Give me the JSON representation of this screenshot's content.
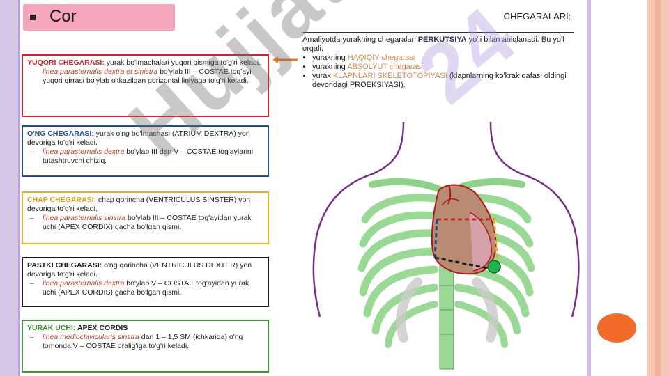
{
  "title": "Cor",
  "chegara_heading": "CHEGARALARI:",
  "intro": {
    "line1_a": "Amaliyotda yurakning chegaralari ",
    "line1_b": "PERKUTSIYA",
    "line1_c": " yo'li bilan aniqlanadi. Bu yo'l orqali:",
    "items": [
      {
        "pre": "yurakning ",
        "term": "HAQIQIY chegarasi",
        "post": ""
      },
      {
        "pre": "yurakning ",
        "term": "ABSOLYUT chegarasi",
        "post": ""
      },
      {
        "pre": "yurak ",
        "term": "KLAPNLARI SKELETOTOPIYASI",
        "post": " (klapnlarning ko'krak qafasi oldingi devoridagi PROEKSIYASI)."
      }
    ]
  },
  "boxes": [
    {
      "heading": "YUQORI CHEGARASI:",
      "text": " yurak bo'lmachalari yuqori qismiga to'g'ri keladi.",
      "latin": "linea parasternalis dextra et sinistra",
      "rest": " bo'ylab III – COSTAE tog'ayi yuqori qirrasi bo'ylab o'tkazilgan gorizontal liniyaga to'g'ri keladi."
    },
    {
      "heading": "O'NG CHEGARASI:",
      "text": " yurak o'ng bo'lmachasi (ATRIUM DEXTRA)  yon devoriga to'g'ri keladi.",
      "latin": "linea parasternalis dextra",
      "rest": " bo'ylab III dan V – COSTAE tog'aylarini tutashtruvchi chiziq."
    },
    {
      "heading": "CHAP CHEGARASI:",
      "text": " chap qorincha (VENTRICULUS SINSTER) yon devoriga to'g'ri keladi.",
      "latin": "linea parasternalis sinstra",
      "rest": " bo'ylab III – COSTAE tog'ayidan yurak uchi (APEX CORDIX) gacha bo'lgan qismi."
    },
    {
      "heading": "PASTKI CHEGARASI:",
      "text": " o'ng qorincha (VENTRICULUS DEXTER)  yon devoriga to'g'ri keladi.",
      "latin": "linea parasternalis dextra",
      "rest": " bo'ylab V – COSTAE tog'ayidan yurak uchi (APEX CORDIS) gacha bo'lgan qismi."
    },
    {
      "heading": "YURAK UCHI:",
      "text": " APEX CORDIS",
      "latin": "linea medioclavicularis sinstra",
      "rest": " dan 1 – 1,5 SM (ichkarida) o'ng tomonda V – COSTAE oralig'iga to'g'ri keladi."
    }
  ],
  "watermark": "Hujjat",
  "watermark2": "24",
  "colors": {
    "yuqori": "#c22a2a",
    "ong": "#1b4f8f",
    "chap": "#e0b522",
    "pastki": "#1a1a1a",
    "uchi": "#3a9a3a",
    "title_bg": "#f4a6bd",
    "accent_dot": "#f36b2a"
  }
}
